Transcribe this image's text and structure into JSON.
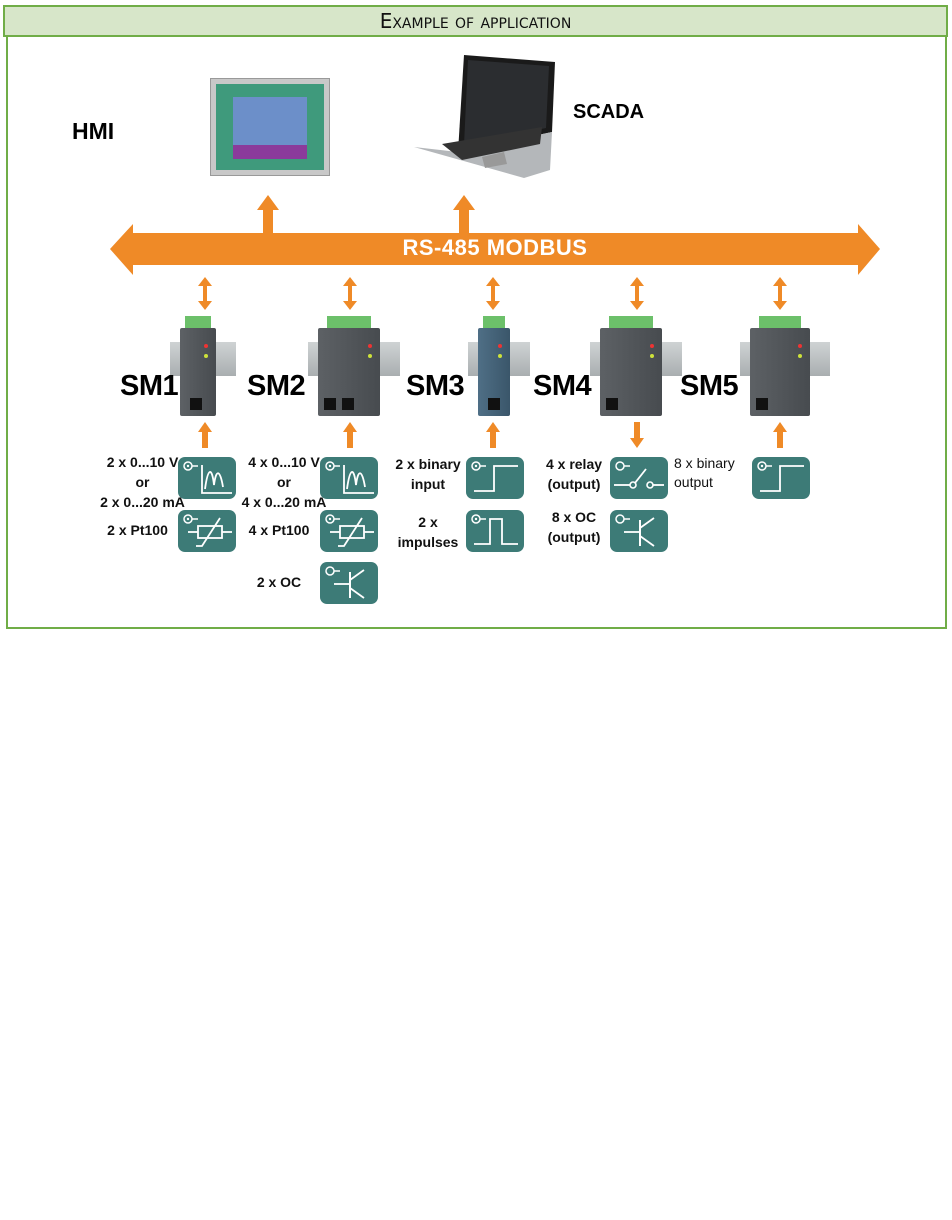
{
  "header": {
    "title": "Example of application"
  },
  "labels": {
    "hmi": "HMI",
    "scada": "SCADA",
    "bus": "RS-485 MODBUS"
  },
  "colors": {
    "bus": "#ef8a27",
    "icon_bg": "#3d7b77",
    "border": "#70ad47",
    "header_bg": "#d7e6c9"
  },
  "modules": [
    {
      "name": "SM1",
      "direction": "input",
      "io": [
        {
          "text": [
            "2 x 0...10 V",
            "or",
            "2 x 0...20 mA"
          ],
          "icon": "analog-signal-icon"
        },
        {
          "text": [
            "2 x Pt100"
          ],
          "icon": "resistor-icon"
        }
      ]
    },
    {
      "name": "SM2",
      "direction": "input",
      "io": [
        {
          "text": [
            "4 x 0...10 V",
            "or",
            "4 x 0...20 mA"
          ],
          "icon": "analog-signal-icon"
        },
        {
          "text": [
            "4 x Pt100"
          ],
          "icon": "resistor-icon"
        },
        {
          "text": [
            "2 x OC"
          ],
          "icon": "transistor-icon"
        }
      ]
    },
    {
      "name": "SM3",
      "direction": "input",
      "io": [
        {
          "text": [
            "2 x binary",
            "input"
          ],
          "icon": "step-signal-icon"
        },
        {
          "text": [
            "2 x",
            "impulses"
          ],
          "icon": "pulse-icon"
        }
      ]
    },
    {
      "name": "SM4",
      "direction": "output",
      "io": [
        {
          "text": [
            "4 x relay",
            "(output)"
          ],
          "icon": "relay-switch-icon"
        },
        {
          "text": [
            "8 x OC",
            "(output)"
          ],
          "icon": "transistor-icon"
        }
      ]
    },
    {
      "name": "SM5",
      "direction": "input",
      "io": [
        {
          "text": [
            "8 x binary",
            "output"
          ],
          "icon": "step-signal-icon"
        }
      ]
    }
  ]
}
